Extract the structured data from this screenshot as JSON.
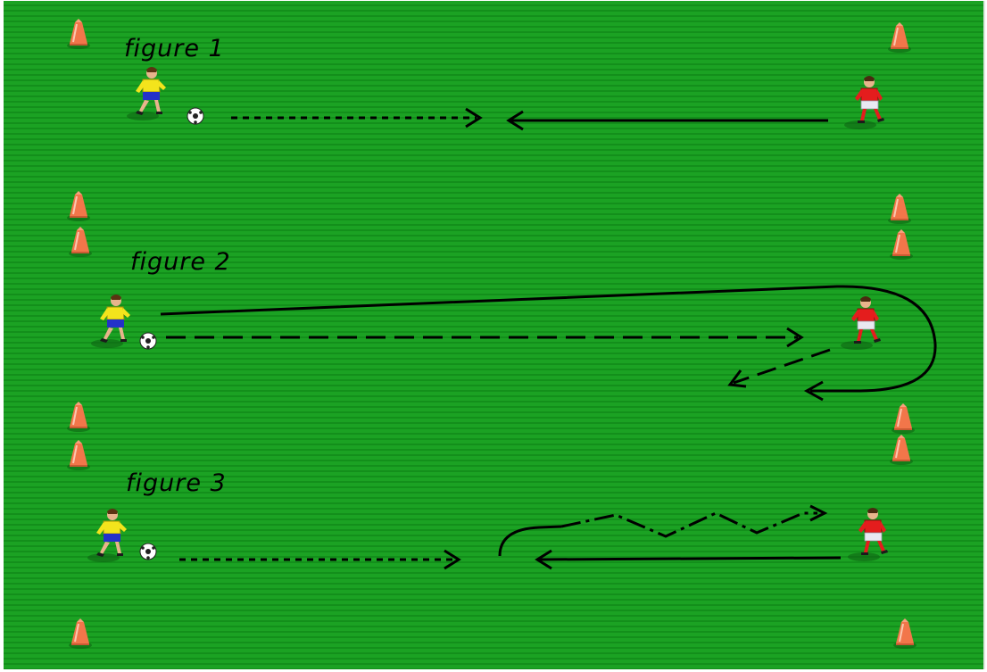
{
  "figures": [
    {
      "label": "figure 1"
    },
    {
      "label": "figure 2"
    },
    {
      "label": "figure 3"
    }
  ],
  "colors": {
    "pitch": "#179c1f",
    "cone": "#f2764a",
    "line": "#000000",
    "attacker_shirt": "#f3e41c",
    "attacker_shorts": "#2332c8",
    "defender_shirt": "#e41d1d",
    "defender_shorts": "#e9e9f2"
  },
  "icons": {
    "cone": "training-cone-icon",
    "attacker": "yellow-player-icon",
    "defender": "red-player-icon",
    "ball": "soccer-ball-icon"
  },
  "legend_semantics": {
    "short_dash": "pass",
    "solid": "run",
    "long_dash": "ball path",
    "dash_dot": "dribble"
  }
}
